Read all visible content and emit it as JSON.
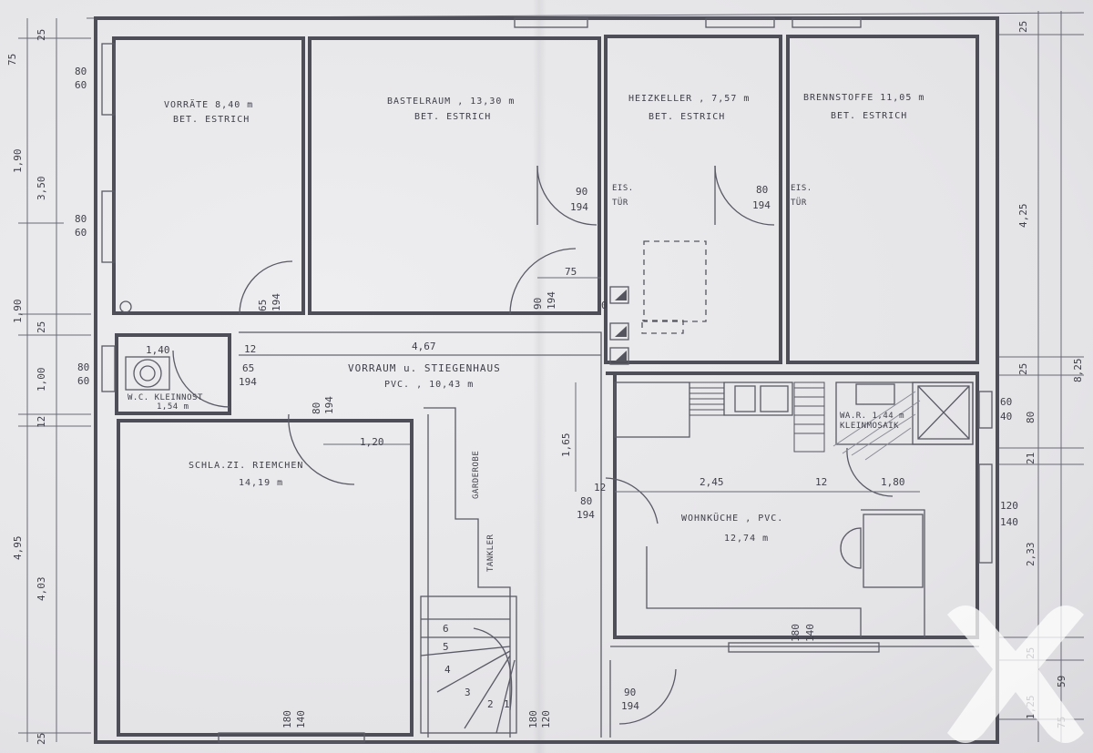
{
  "rooms": {
    "vorraete": {
      "name": "VORRÄTE 8,40 m",
      "floor": "BET. ESTRICH"
    },
    "bastelraum": {
      "name": "BASTELRAUM , 13,30 m",
      "floor": "BET. ESTRICH"
    },
    "heizkeller": {
      "name": "HEIZKELLER , 7,57 m",
      "floor": "BET. ESTRICH"
    },
    "brennstoffe": {
      "name": "BRENNSTOFFE 11,05 m",
      "floor": "BET. ESTRICH"
    },
    "vorraum": {
      "name": "VORRAUM u. STIEGENHAUS",
      "floor": "PVC. , 10,43 m"
    },
    "wc": {
      "name": "W.C. KLEINNOST",
      "area": "1,54 m"
    },
    "schlafzimmer": {
      "name": "SCHLA.ZI. RIEMCHEN",
      "area": "14,19 m"
    },
    "wohnkueche": {
      "name": "WOHNKÜCHE , PVC.",
      "area": "12,74 m"
    },
    "waschraum": {
      "name": "WA.R. 1,44 m",
      "floor": "KLEINMOSAIK"
    }
  },
  "labels": {
    "garderobe": "GARDEROBE",
    "tankler": "TANKLER",
    "eis_tuer_1": "EIS.",
    "tuer_1": "TÜR",
    "eis_tuer_2": "EIS.",
    "tuer_2": "TÜR"
  },
  "doors": {
    "d1_w": "90",
    "d1_h": "194",
    "d2_w": "80",
    "d2_h": "194",
    "d3_w": "65",
    "d3_h": "194",
    "d4_w": "90",
    "d4_h": "194",
    "d5_w": "65",
    "d5_h": "194",
    "d6_w": "80",
    "d6_h": "194",
    "d7_w": "80",
    "d7_h": "194",
    "d8_w": "90",
    "d8_h": "194"
  },
  "windows": {
    "w1_w": "80",
    "w1_h": "60",
    "w2_w": "80",
    "w2_h": "60",
    "w3_w": "80",
    "w3_h": "60",
    "w4_w": "60",
    "w4_h": "40",
    "w5_w": "120",
    "w5_h": "140",
    "w6_w": "180",
    "w6_h": "140",
    "w7_w": "180",
    "w7_h": "140",
    "w8_w": "180",
    "w8_h": "120"
  },
  "dimensions": {
    "left_outer": [
      "1,90",
      "1,90",
      "4,95"
    ],
    "left_inner": [
      "25",
      "3,50",
      "25",
      "1,00",
      "12",
      "4,03",
      "25"
    ],
    "left_top": "75",
    "right": [
      "25",
      "4,25",
      "25",
      "80",
      "21",
      "2,33",
      "25",
      "1,25",
      "59",
      "75"
    ],
    "right_total": "8,25",
    "kitchen_width": "2,45",
    "kitchen_right": "1,80",
    "kitchen_12_a": "12",
    "kitchen_12_b": "12",
    "corridor_width": "4,67",
    "wc_width": "1,40",
    "wc_12": "12",
    "schlaf_120": "1,20",
    "stair_165": "1,65",
    "bastel_75": "75",
    "chimney_0": "0",
    "stair_steps": [
      "6",
      "5",
      "4",
      "3",
      "2",
      "1"
    ]
  }
}
